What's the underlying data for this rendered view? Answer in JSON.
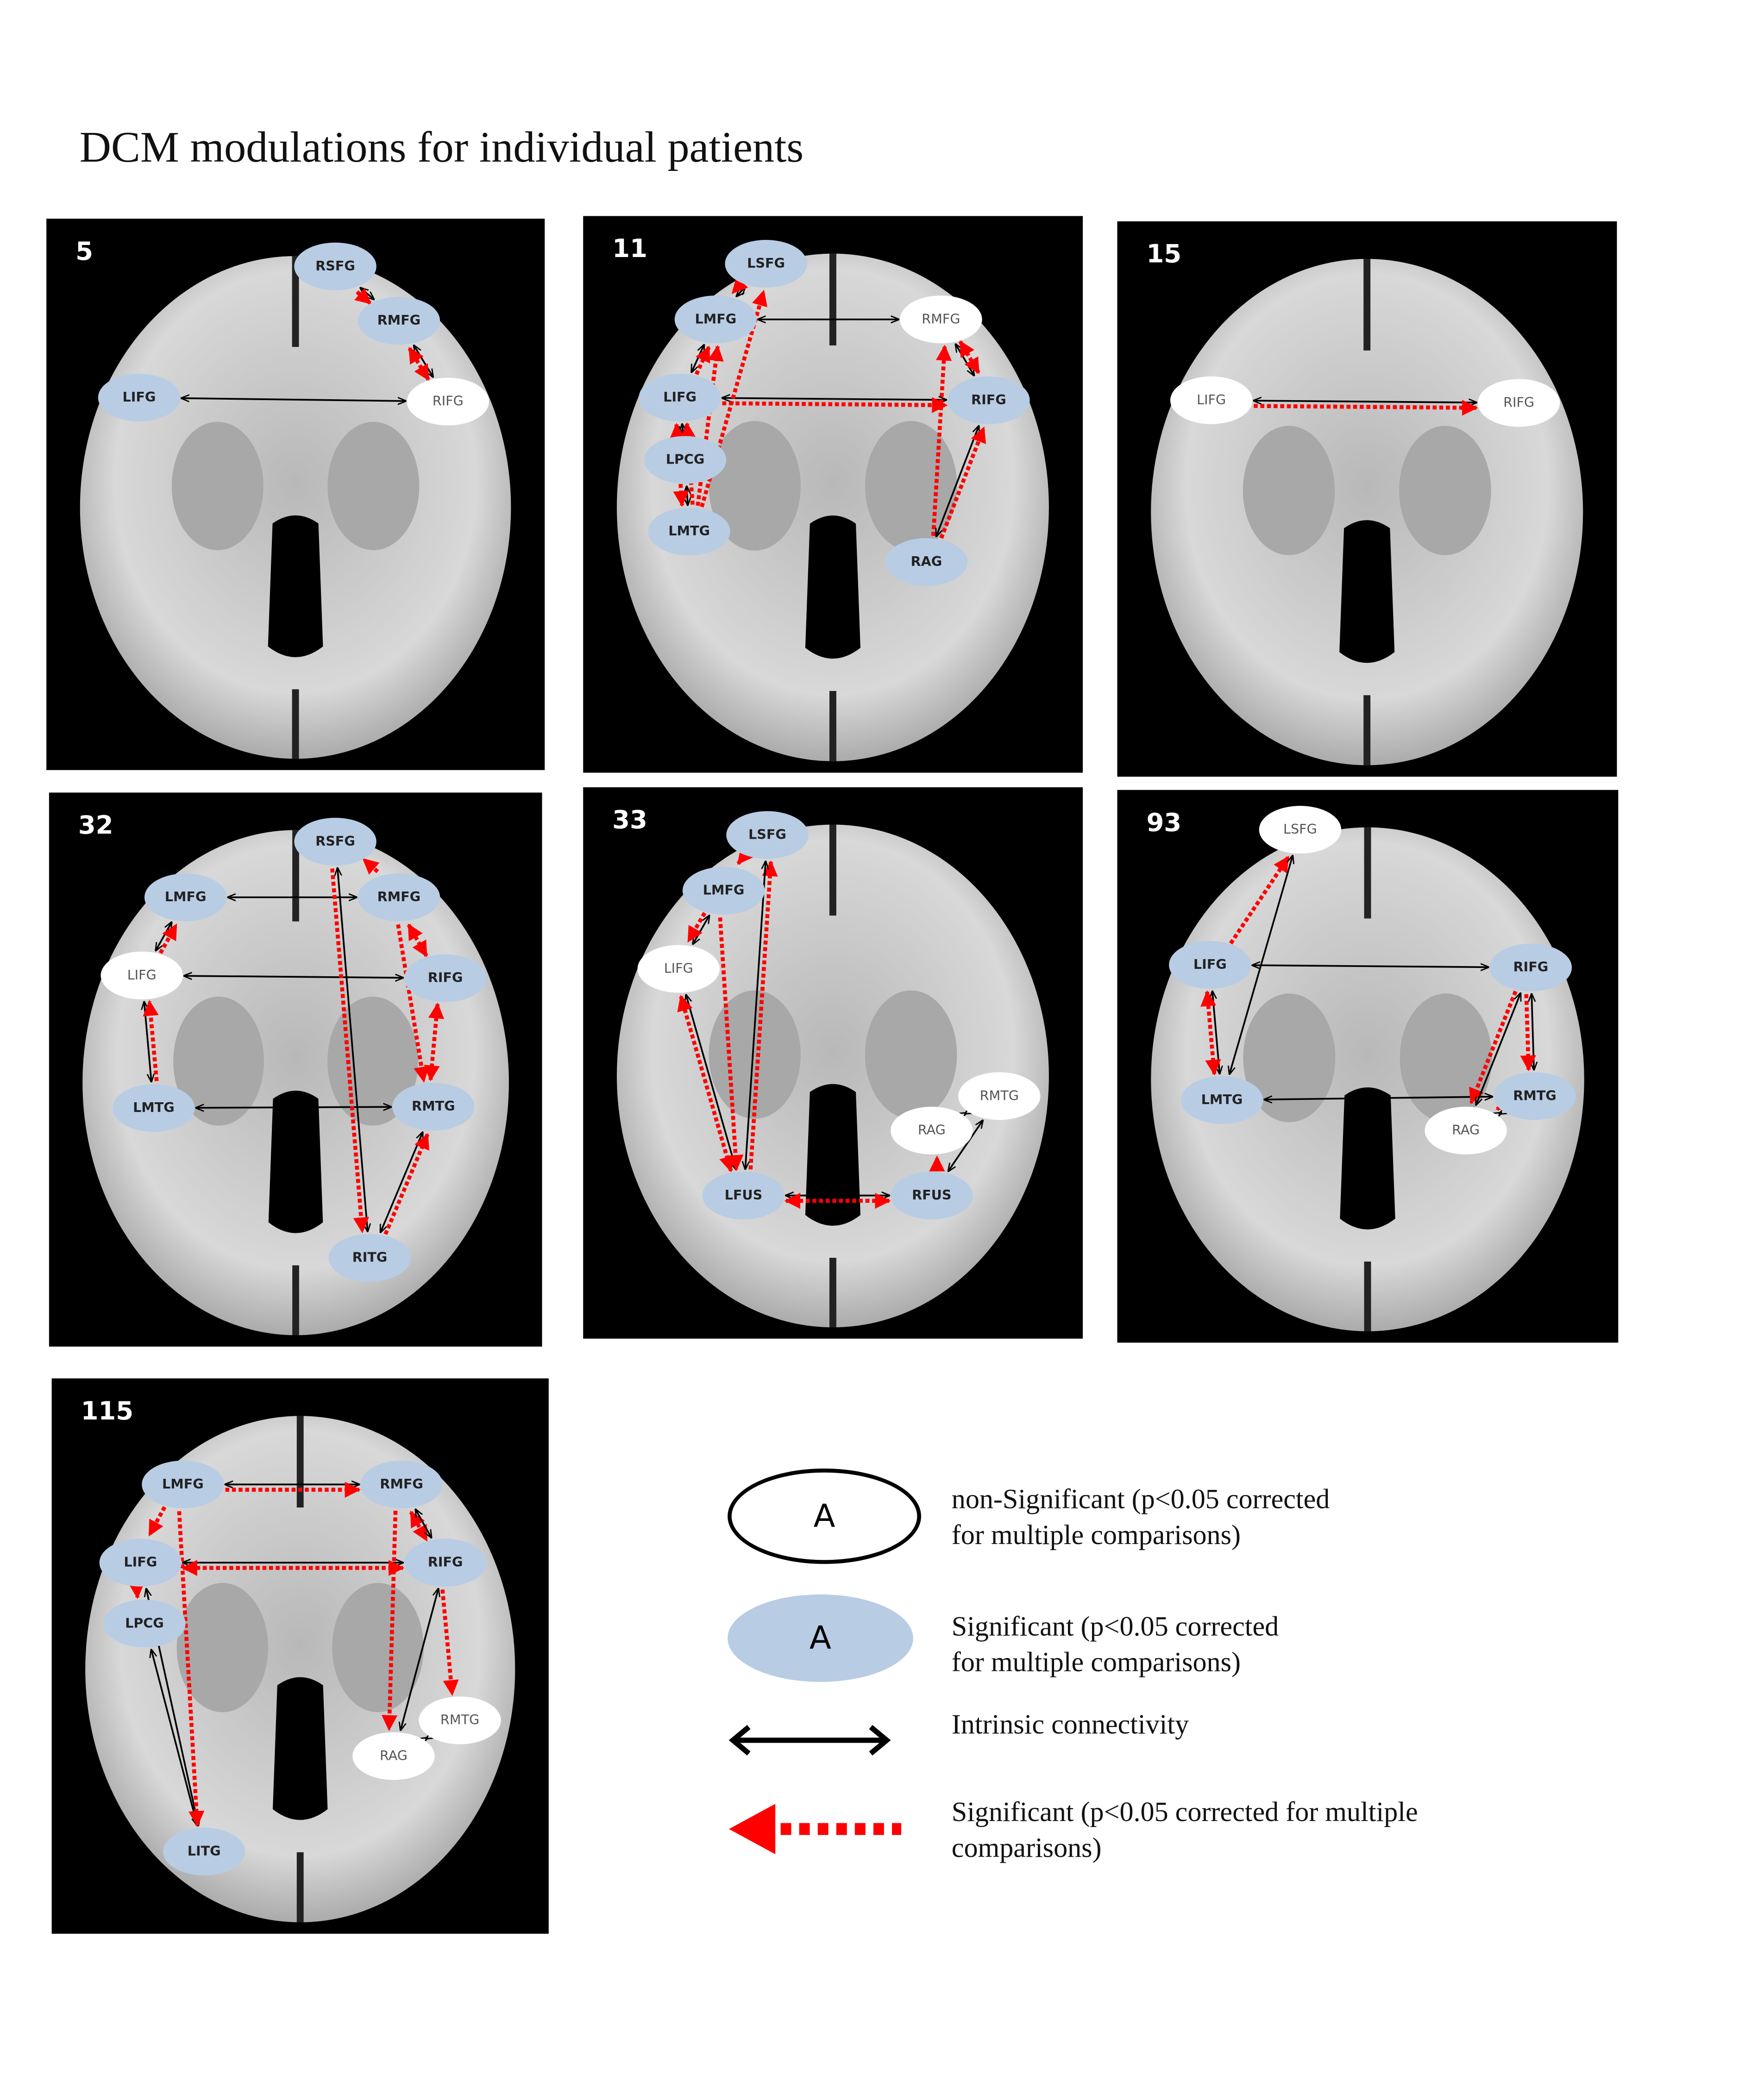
{
  "title": "DCM modulations for individual patients",
  "colors": {
    "significant_node": "#b8cce4",
    "nonsignificant_node": "#ffffff",
    "modulation_arrow": "#ff0000",
    "intrinsic_arrow": "#000000"
  },
  "panels": [
    {
      "id": "5",
      "nodes": [
        {
          "name": "RSFG",
          "sig": true
        },
        {
          "name": "RMFG",
          "sig": true
        },
        {
          "name": "LIFG",
          "sig": true
        },
        {
          "name": "RIFG",
          "sig": false
        }
      ],
      "edges": [
        [
          "RSFG",
          "RMFG",
          "intrinsic"
        ],
        [
          "RSFG",
          "RMFG",
          "modulation"
        ],
        [
          "RMFG",
          "RIFG",
          "intrinsic"
        ],
        [
          "RMFG",
          "RIFG",
          "modulation-both"
        ],
        [
          "LIFG",
          "RIFG",
          "intrinsic"
        ]
      ]
    },
    {
      "id": "11",
      "nodes": [
        {
          "name": "LSFG",
          "sig": true
        },
        {
          "name": "LMFG",
          "sig": true
        },
        {
          "name": "RMFG",
          "sig": false
        },
        {
          "name": "LIFG",
          "sig": true
        },
        {
          "name": "RIFG",
          "sig": true
        },
        {
          "name": "LPCG",
          "sig": true
        },
        {
          "name": "LMTG",
          "sig": true
        },
        {
          "name": "RAG",
          "sig": true
        }
      ],
      "edges": [
        [
          "LSFG",
          "LMFG",
          "intrinsic"
        ],
        [
          "LSFG",
          "LMFG",
          "modulation"
        ],
        [
          "LMFG",
          "RMFG",
          "intrinsic"
        ],
        [
          "LIFG",
          "LMFG",
          "intrinsic"
        ],
        [
          "LIFG",
          "LMFG",
          "modulation"
        ],
        [
          "LIFG",
          "RIFG",
          "intrinsic"
        ],
        [
          "LIFG",
          "RIFG",
          "modulation"
        ],
        [
          "LIFG",
          "LPCG",
          "intrinsic"
        ],
        [
          "LPCG",
          "LMTG",
          "intrinsic"
        ],
        [
          "LIFG",
          "LMTG",
          "modulation-both"
        ],
        [
          "LMTG",
          "LSFG",
          "modulation"
        ],
        [
          "LMTG",
          "LMFG",
          "modulation"
        ],
        [
          "LMTG",
          "LIFG",
          "modulation"
        ],
        [
          "RIFG",
          "RMFG",
          "intrinsic"
        ],
        [
          "RIFG",
          "RMFG",
          "modulation-both"
        ],
        [
          "RAG",
          "RMFG",
          "modulation"
        ],
        [
          "RIFG",
          "RAG",
          "intrinsic"
        ],
        [
          "RAG",
          "RIFG",
          "modulation"
        ]
      ]
    },
    {
      "id": "15",
      "nodes": [
        {
          "name": "LIFG",
          "sig": false
        },
        {
          "name": "RIFG",
          "sig": false
        }
      ],
      "edges": [
        [
          "LIFG",
          "RIFG",
          "intrinsic"
        ],
        [
          "LIFG",
          "RIFG",
          "modulation"
        ]
      ]
    },
    {
      "id": "32",
      "nodes": [
        {
          "name": "RSFG",
          "sig": true
        },
        {
          "name": "LMFG",
          "sig": true
        },
        {
          "name": "RMFG",
          "sig": true
        },
        {
          "name": "LIFG",
          "sig": false
        },
        {
          "name": "RIFG",
          "sig": true
        },
        {
          "name": "LMTG",
          "sig": true
        },
        {
          "name": "RMTG",
          "sig": true
        },
        {
          "name": "RITG",
          "sig": true
        }
      ],
      "edges": [
        [
          "RMFG",
          "LMFG",
          "intrinsic"
        ],
        [
          "RMFG",
          "RSFG",
          "modulation"
        ],
        [
          "LIFG",
          "LMFG",
          "intrinsic"
        ],
        [
          "LIFG",
          "LMFG",
          "modulation"
        ],
        [
          "LIFG",
          "RIFG",
          "intrinsic"
        ],
        [
          "LIFG",
          "LMTG",
          "intrinsic"
        ],
        [
          "LMTG",
          "LIFG",
          "modulation"
        ],
        [
          "LMTG",
          "RMTG",
          "intrinsic"
        ],
        [
          "RMFG",
          "RIFG",
          "modulation-both"
        ],
        [
          "RMFG",
          "RMTG",
          "modulation"
        ],
        [
          "RIFG",
          "RMTG",
          "modulation-both"
        ],
        [
          "RSFG",
          "RITG",
          "intrinsic"
        ],
        [
          "RSFG",
          "RITG",
          "modulation"
        ],
        [
          "RITG",
          "RMTG",
          "intrinsic"
        ],
        [
          "RITG",
          "RMTG",
          "modulation"
        ]
      ]
    },
    {
      "id": "33",
      "nodes": [
        {
          "name": "LSFG",
          "sig": true
        },
        {
          "name": "LMFG",
          "sig": true
        },
        {
          "name": "LIFG",
          "sig": false
        },
        {
          "name": "RMTG",
          "sig": false
        },
        {
          "name": "RAG",
          "sig": false
        },
        {
          "name": "LFUS",
          "sig": true
        },
        {
          "name": "RFUS",
          "sig": true
        }
      ],
      "edges": [
        [
          "LSFG",
          "LMFG",
          "modulation"
        ],
        [
          "LMFG",
          "LIFG",
          "intrinsic"
        ],
        [
          "LMFG",
          "LIFG",
          "modulation"
        ],
        [
          "LIFG",
          "LFUS",
          "intrinsic"
        ],
        [
          "LIFG",
          "LFUS",
          "modulation-both"
        ],
        [
          "LFUS",
          "LSFG",
          "modulation"
        ],
        [
          "LFUS",
          "LSFG",
          "intrinsic"
        ],
        [
          "LMFG",
          "LFUS",
          "modulation"
        ],
        [
          "RAG",
          "RMTG",
          "intrinsic"
        ],
        [
          "RMTG",
          "RFUS",
          "intrinsic"
        ],
        [
          "RFUS",
          "RAG",
          "modulation"
        ],
        [
          "LFUS",
          "RFUS",
          "intrinsic"
        ],
        [
          "LFUS",
          "RFUS",
          "modulation-both"
        ]
      ]
    },
    {
      "id": "93",
      "nodes": [
        {
          "name": "LSFG",
          "sig": false
        },
        {
          "name": "LIFG",
          "sig": true
        },
        {
          "name": "RIFG",
          "sig": true
        },
        {
          "name": "LMTG",
          "sig": true
        },
        {
          "name": "RMTG",
          "sig": true
        },
        {
          "name": "RAG",
          "sig": false
        }
      ],
      "edges": [
        [
          "LIFG",
          "LSFG",
          "modulation"
        ],
        [
          "LMTG",
          "LSFG",
          "intrinsic"
        ],
        [
          "LIFG",
          "RIFG",
          "intrinsic"
        ],
        [
          "LIFG",
          "LMTG",
          "intrinsic"
        ],
        [
          "LIFG",
          "LMTG",
          "modulation-both"
        ],
        [
          "LMTG",
          "RMTG",
          "intrinsic"
        ],
        [
          "RIFG",
          "RMTG",
          "intrinsic"
        ],
        [
          "RIFG",
          "RMTG",
          "modulation"
        ],
        [
          "RIFG",
          "RAG",
          "modulation"
        ],
        [
          "RAG",
          "RIFG",
          "intrinsic"
        ],
        [
          "RAG",
          "RMTG",
          "intrinsic"
        ],
        [
          "RMTG",
          "RAG",
          "modulation"
        ]
      ]
    },
    {
      "id": "115",
      "nodes": [
        {
          "name": "LMFG",
          "sig": true
        },
        {
          "name": "RMFG",
          "sig": true
        },
        {
          "name": "LIFG",
          "sig": true
        },
        {
          "name": "RIFG",
          "sig": true
        },
        {
          "name": "LPCG",
          "sig": true
        },
        {
          "name": "RMTG",
          "sig": false
        },
        {
          "name": "RAG",
          "sig": false
        },
        {
          "name": "LITG",
          "sig": true
        }
      ],
      "edges": [
        [
          "LMFG",
          "RMFG",
          "intrinsic"
        ],
        [
          "LMFG",
          "RMFG",
          "modulation"
        ],
        [
          "LMFG",
          "LIFG",
          "modulation"
        ],
        [
          "LIFG",
          "RIFG",
          "intrinsic"
        ],
        [
          "LIFG",
          "RIFG",
          "modulation-both"
        ],
        [
          "LIFG",
          "LPCG",
          "modulation"
        ],
        [
          "LPCG",
          "LITG",
          "intrinsic"
        ],
        [
          "LIFG",
          "LITG",
          "intrinsic"
        ],
        [
          "LMFG",
          "LITG",
          "modulation"
        ],
        [
          "RMFG",
          "RIFG",
          "modulation-both"
        ],
        [
          "RMFG",
          "RIFG",
          "intrinsic"
        ],
        [
          "RMFG",
          "RAG",
          "modulation"
        ],
        [
          "RIFG",
          "RAG",
          "intrinsic"
        ],
        [
          "RIFG",
          "RMTG",
          "modulation"
        ],
        [
          "RMTG",
          "RAG",
          "intrinsic"
        ]
      ]
    }
  ],
  "legend": {
    "node_letter": "A",
    "nonsignificant": [
      "non-Significant (p<0.05 corrected",
      "for multiple comparisons)"
    ],
    "significant": [
      "Significant (p<0.05 corrected",
      "for multiple comparisons)"
    ],
    "intrinsic": "Intrinsic connectivity",
    "modulation": [
      "Significant (p<0.05 corrected for multiple",
      "comparisons)"
    ]
  }
}
